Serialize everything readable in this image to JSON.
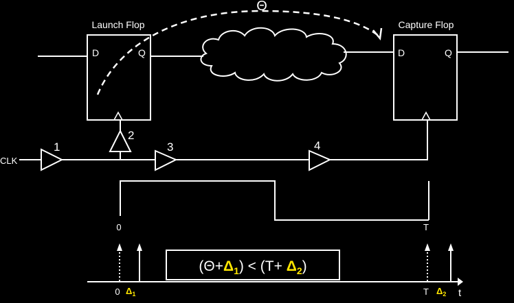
{
  "launch_flop": {
    "title": "Launch Flop",
    "d": "D",
    "q": "Q"
  },
  "capture_flop": {
    "title": "Capture Flop",
    "d": "D",
    "q": "Q"
  },
  "path_delay_label": "Θ",
  "clk_label": "CLK",
  "buffers": [
    "1",
    "2",
    "3",
    "4"
  ],
  "waveform": {
    "t0": "0",
    "tT": "T"
  },
  "timeline": {
    "zero": "0",
    "delta1": {
      "sym": "Δ",
      "sub": "1"
    },
    "T": "T",
    "delta2": {
      "sym": "Δ",
      "sub": "2"
    },
    "t": "t"
  },
  "equation": {
    "open": "(Θ+",
    "d1": "Δ",
    "d1_sub": "1",
    "mid": ") < (T+ ",
    "d2": "Δ",
    "d2_sub": "2",
    "close": ")"
  },
  "colors": {
    "background": "#000000",
    "line": "#ffffff",
    "accent": "#ffe600"
  }
}
